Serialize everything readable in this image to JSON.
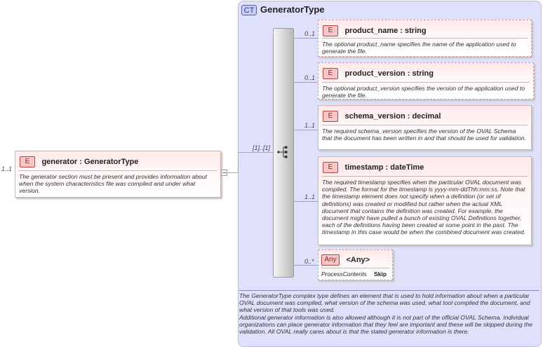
{
  "root": {
    "cardinality": "1..1",
    "badge": "E",
    "name": "generator : GeneratorType",
    "doc": "The generator section must be present and provides information about when the system characteristics file was compiled and under what version."
  },
  "complex_type": {
    "badge": "CT",
    "name": "GeneratorType",
    "sequence_cardinality": "[1]..[1]",
    "doc": [
      "The GeneratorType complex type defines an element that is used to hold information about when a particular OVAL document was compiled, what version of the schema was used, what tool compiled the document, and what version of that tools was used.",
      "Additional generator information is also allowed although it is not part of the official OVAL Schema. Individual organizations can place generator information that they feel are important and these will be skipped during the validation. All OVAL really cares about is that the stated generator information is there."
    ]
  },
  "elements": [
    {
      "cardinality": "0..1",
      "badge": "E",
      "name": "product_name : string",
      "doc": "The optional product_name specifies the name of the application used to generate the file."
    },
    {
      "cardinality": "0..1",
      "badge": "E",
      "name": "product_version : string",
      "doc": "The optional product_version specifies the version of the application used to generate the file."
    },
    {
      "cardinality": "1..1",
      "badge": "E",
      "name": "schema_version : decimal",
      "doc": "The required schema_version specifies the version of the OVAL Schema that the document has been written in and that should be used for validation."
    },
    {
      "cardinality": "1..1",
      "badge": "E",
      "name": "timestamp : dateTime",
      "doc": "The required timestamp specifies when the particular OVAL document was compiled. The format for the timestamp is yyyy-mm-ddThh:mm:ss. Note that the timestamp element does not specify when a definition (or set of definitions) was created or modified but rather when the actual XML document that contains the definition was created. For example, the document might have pulled a bunch of existing OVAL Definitions together, each of the definitions having been created at some point in the past. The timestamp in this case would be when the combined document was created."
    }
  ],
  "any": {
    "cardinality": "0..*",
    "badge": "Any",
    "name": "<Any>",
    "process_label": "ProcessContents",
    "process_value": "Skip"
  }
}
